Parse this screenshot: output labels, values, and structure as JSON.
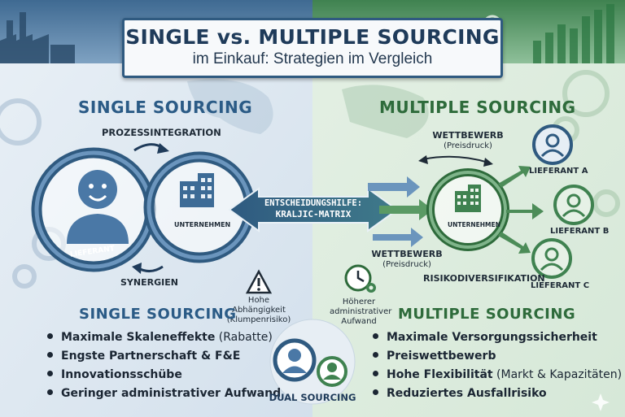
{
  "title": {
    "main": "SINGLE vs. MULTIPLE SOURCING",
    "subtitle": "im Einkauf: Strategien im Vergleich"
  },
  "single": {
    "heading": "SINGLE SOURCING",
    "process_label": "PROZESSINTEGRATION",
    "synergy_label": "SYNERGIEN",
    "supplier_label": "LIEFERANT",
    "company_label": "UNTERNEHMEN",
    "risk_note": "Hohe Abhängigkeit (Klumpenrisiko)",
    "bottom_heading": "SINGLE SOURCING",
    "points": [
      {
        "bold": "Maximale Skaleneffekte",
        "rest": " (Rabatte)"
      },
      {
        "bold": "Engste Partnerschaft & F&E",
        "rest": ""
      },
      {
        "bold": "Innovationsschübe",
        "rest": ""
      },
      {
        "bold": "Geringer administrativer Aufwand",
        "rest": ""
      }
    ]
  },
  "center": {
    "decision_line1": "ENTSCHEIDUNGSHILFE:",
    "decision_line2": "KRALJIC-MATRIX",
    "dual_label": "DUAL SOURCING"
  },
  "multiple": {
    "heading": "MULTIPLE SOURCING",
    "competition_label": "WETTBEWERB",
    "competition_sub": "(Preisdruck)",
    "competition2_label": "WETTBEWERB",
    "competition2_sub": "(Preisdruck)",
    "company_label": "UNTERNEHMEN",
    "supplier_a": "LIEFERANT A",
    "supplier_b": "LIEFERANT B",
    "supplier_c": "LIEFERANT C",
    "risk_div": "RISIKODIVERSIFIKATION",
    "admin_note": "Höherer administrativer Aufwand",
    "bottom_heading": "MULTIPLE SOURCING",
    "points": [
      {
        "bold": "Maximale Versorgungssicherheit",
        "rest": ""
      },
      {
        "bold": "Preiswettbewerb",
        "rest": ""
      },
      {
        "bold": "Hohe Flexibilität",
        "rest": " (Markt & Kapazitäten)"
      },
      {
        "bold": "Reduziertes Ausfallrisiko",
        "rest": ""
      }
    ]
  },
  "colors": {
    "blue_dark": "#2f5a80",
    "blue_mid": "#4b7aa6",
    "green_dark": "#2e6b3b",
    "green_mid": "#5a9a64"
  }
}
